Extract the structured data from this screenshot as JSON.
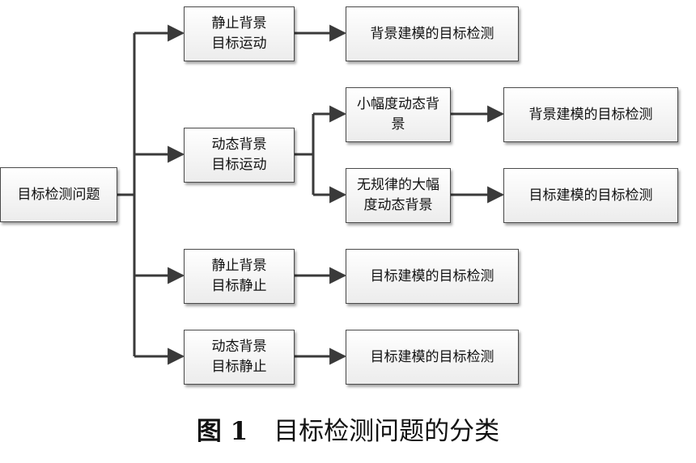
{
  "diagram": {
    "root": "目标检测问题",
    "branch1": {
      "condition": "静止背景\n目标运动",
      "result": "背景建模的目标检测"
    },
    "branch2": {
      "condition": "动态背景\n目标运动",
      "sub1": {
        "condition": "小幅度动态背\n景",
        "result": "背景建模的目标检测"
      },
      "sub2": {
        "condition": "无规律的大幅\n度动态背景",
        "result": "目标建模的目标检测"
      }
    },
    "branch3": {
      "condition": "静止背景\n目标静止",
      "result": "目标建模的目标检测"
    },
    "branch4": {
      "condition": "动态背景\n目标静止",
      "result": "目标建模的目标检测"
    }
  },
  "caption": {
    "number": "图 1",
    "text": "目标检测问题的分类"
  },
  "colors": {
    "line": "#3a3a3a",
    "box_border": "#4a4a4a",
    "box_fill_bottom": "#ececec"
  }
}
